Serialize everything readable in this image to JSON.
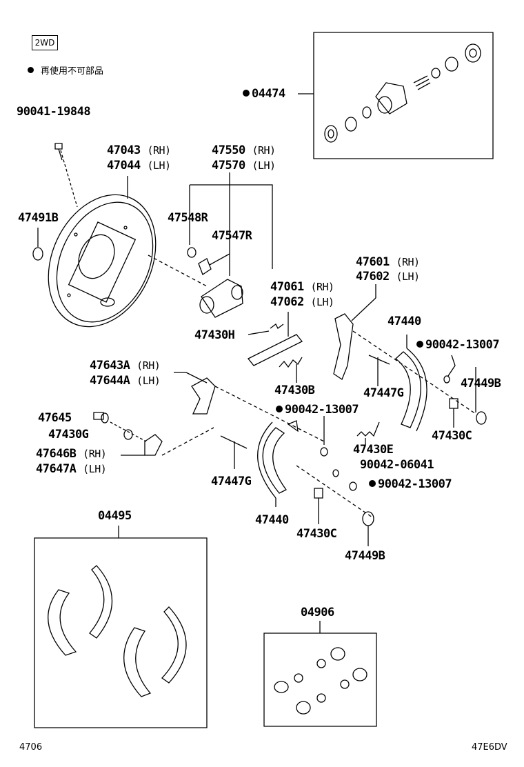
{
  "badge": "2WD",
  "legend": {
    "text": "再使用不可部品"
  },
  "labels": {
    "p04474": "04474",
    "p90041": "90041-19848",
    "p47043": "47043",
    "p47044": "47044",
    "p47550": "47550",
    "p47570": "47570",
    "p47491b": "47491B",
    "p47548r": "47548R",
    "p47547r": "47547R",
    "p47601": "47601",
    "p47602": "47602",
    "p47061": "47061",
    "p47062": "47062",
    "p47440a": "47440",
    "p90042a": "90042-13007",
    "p47430h": "47430H",
    "p47643a": "47643A",
    "p47644a": "47644A",
    "p47449ba": "47449B",
    "p47447ga": "47447G",
    "p47430b": "47430B",
    "p90042b": "90042-13007",
    "p47645": "47645",
    "p47430ca": "47430C",
    "p47430g": "47430G",
    "p47430e": "47430E",
    "p47646b": "47646B",
    "p47647a": "47647A",
    "p90042c": "90042-06041",
    "p47447gb": "47447G",
    "p90042d": "90042-13007",
    "p04495": "04495",
    "p47440b": "47440",
    "p47430cb": "47430C",
    "p47449bb": "47449B",
    "p04906": "04906"
  },
  "suffix": {
    "rh": "(RH)",
    "lh": "(LH)"
  },
  "footer": {
    "left": "4706",
    "right": "47E6DV"
  }
}
